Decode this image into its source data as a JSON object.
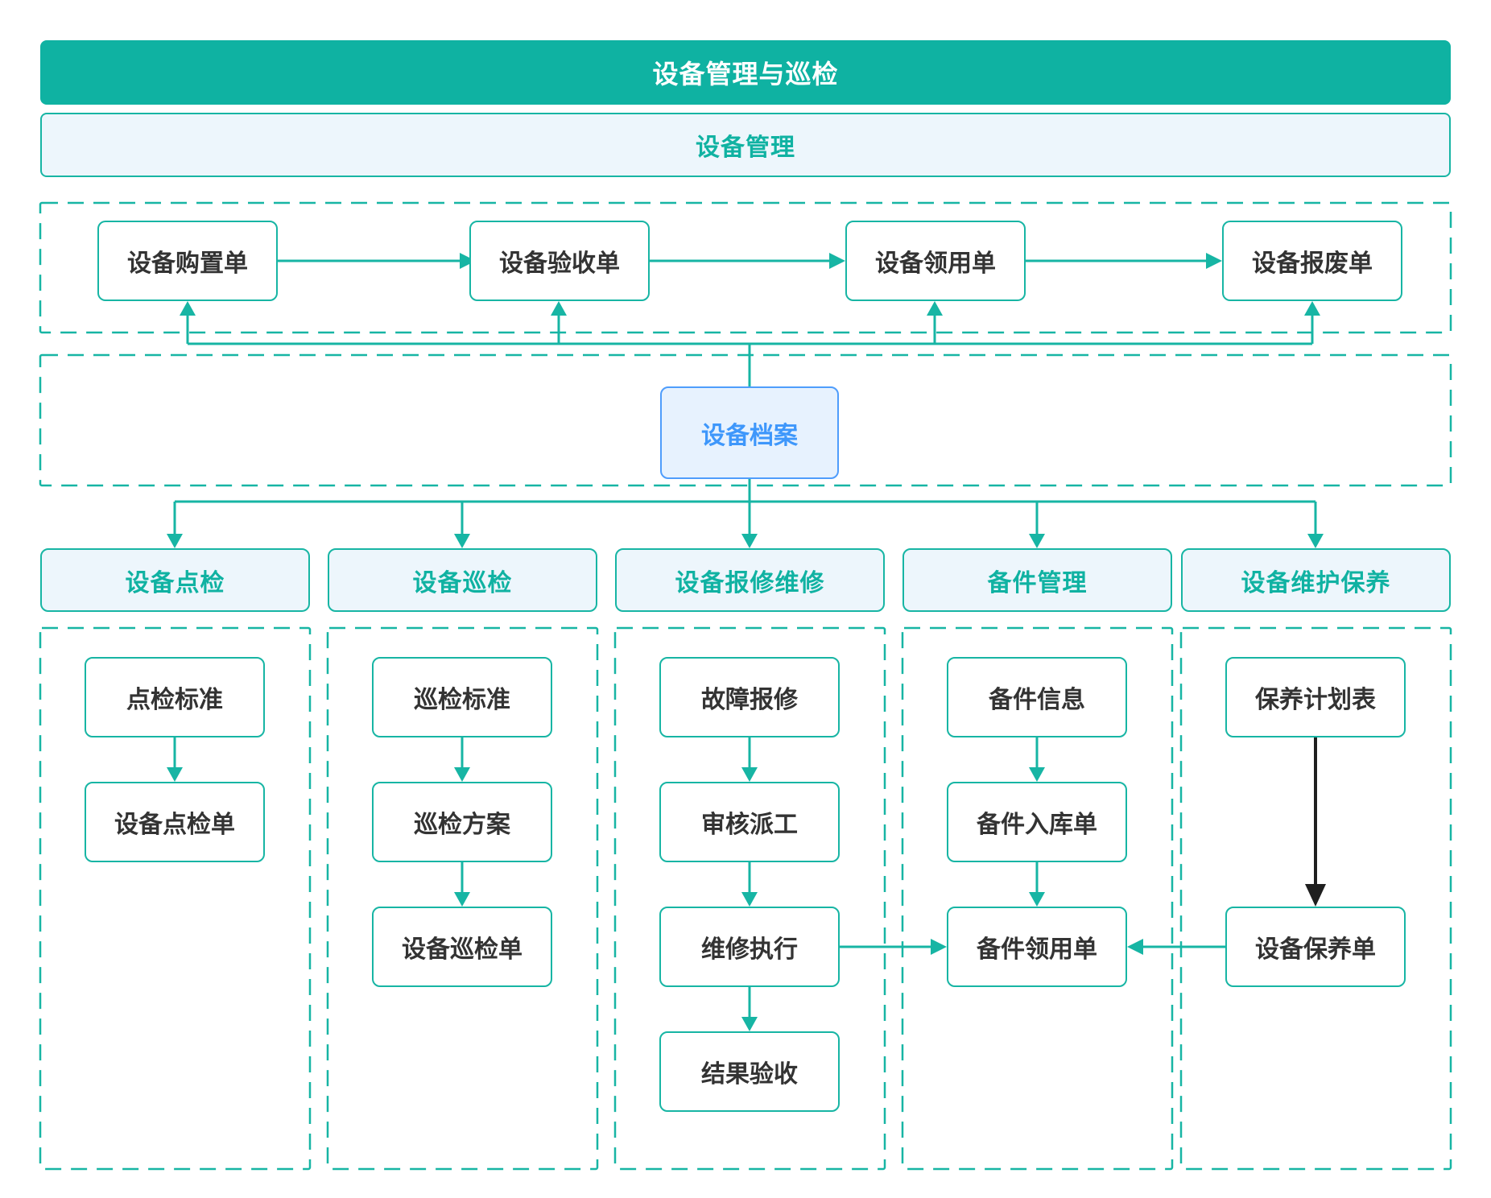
{
  "title": "设备管理与巡检",
  "sections": {
    "device_management": "设备管理"
  },
  "top_flow": {
    "items": [
      {
        "label": "设备购置单"
      },
      {
        "label": "设备验收单"
      },
      {
        "label": "设备领用单"
      },
      {
        "label": "设备报废单"
      }
    ]
  },
  "archive": {
    "label": "设备档案"
  },
  "columns": [
    {
      "header": "设备点检",
      "boxes": [
        {
          "label": "点检标准"
        },
        {
          "label": "设备点检单"
        }
      ]
    },
    {
      "header": "设备巡检",
      "boxes": [
        {
          "label": "巡检标准"
        },
        {
          "label": "巡检方案"
        },
        {
          "label": "设备巡检单"
        }
      ]
    },
    {
      "header": "设备报修维修",
      "boxes": [
        {
          "label": "故障报修"
        },
        {
          "label": "审核派工"
        },
        {
          "label": "维修执行"
        },
        {
          "label": "结果验收"
        }
      ]
    },
    {
      "header": "备件管理",
      "boxes": [
        {
          "label": "备件信息"
        },
        {
          "label": "备件入库单"
        },
        {
          "label": "备件领用单"
        }
      ]
    },
    {
      "header": "设备维护保养",
      "boxes": [
        {
          "label": "保养计划表"
        },
        {
          "label": "设备保养单"
        }
      ]
    }
  ],
  "colors": {
    "teal_fill": "#0fb2a2",
    "teal_line": "#17b5a4",
    "light_panel": "#edf6fc",
    "blue_border": "#4f9dfc",
    "blue_text": "#3e97fb",
    "node_text": "#333333",
    "black_arrow": "#1f1f1f"
  }
}
